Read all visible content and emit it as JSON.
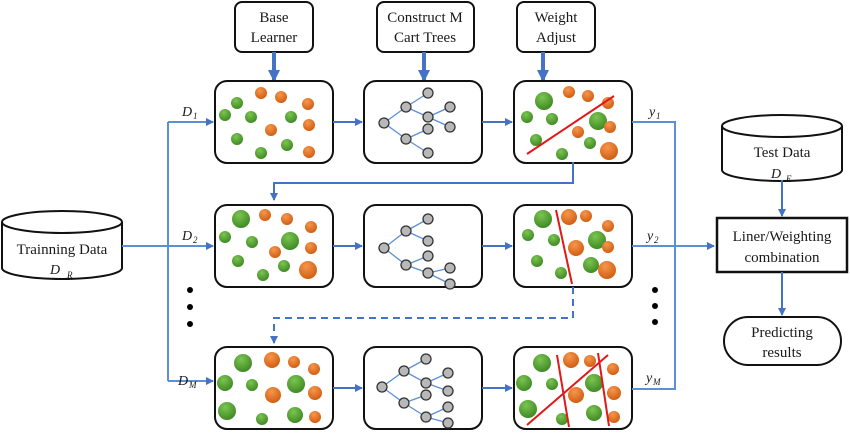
{
  "title": "Boosting ensemble of CART trees",
  "top_boxes": {
    "base_learner": [
      "Base",
      "Learner"
    ],
    "construct": [
      "Construct M",
      "Cart Trees"
    ],
    "weight_adjust": [
      "Weight",
      "Adjust"
    ]
  },
  "training": {
    "label": "Trainning Data",
    "var": "D",
    "sub": "R"
  },
  "test": {
    "label": "Test Data",
    "var": "D",
    "sub": "E"
  },
  "combination": [
    "Liner/Weighting",
    "combination"
  ],
  "result": [
    "Predicting",
    "results"
  ],
  "rows": [
    {
      "d_var": "D",
      "d_sub": "1",
      "y_var": "y",
      "y_sub": "1"
    },
    {
      "d_var": "D",
      "d_sub": "2",
      "y_var": "y",
      "y_sub": "2"
    },
    {
      "d_var": "D",
      "d_sub": "M",
      "y_var": "y",
      "y_sub": "M"
    }
  ],
  "colors": {
    "arrow": "#4472c4",
    "line": "#5b8fd6",
    "green": "#5fa83a",
    "orange": "#e8772a",
    "split": "#e01818",
    "node": "#b8b8b8"
  }
}
